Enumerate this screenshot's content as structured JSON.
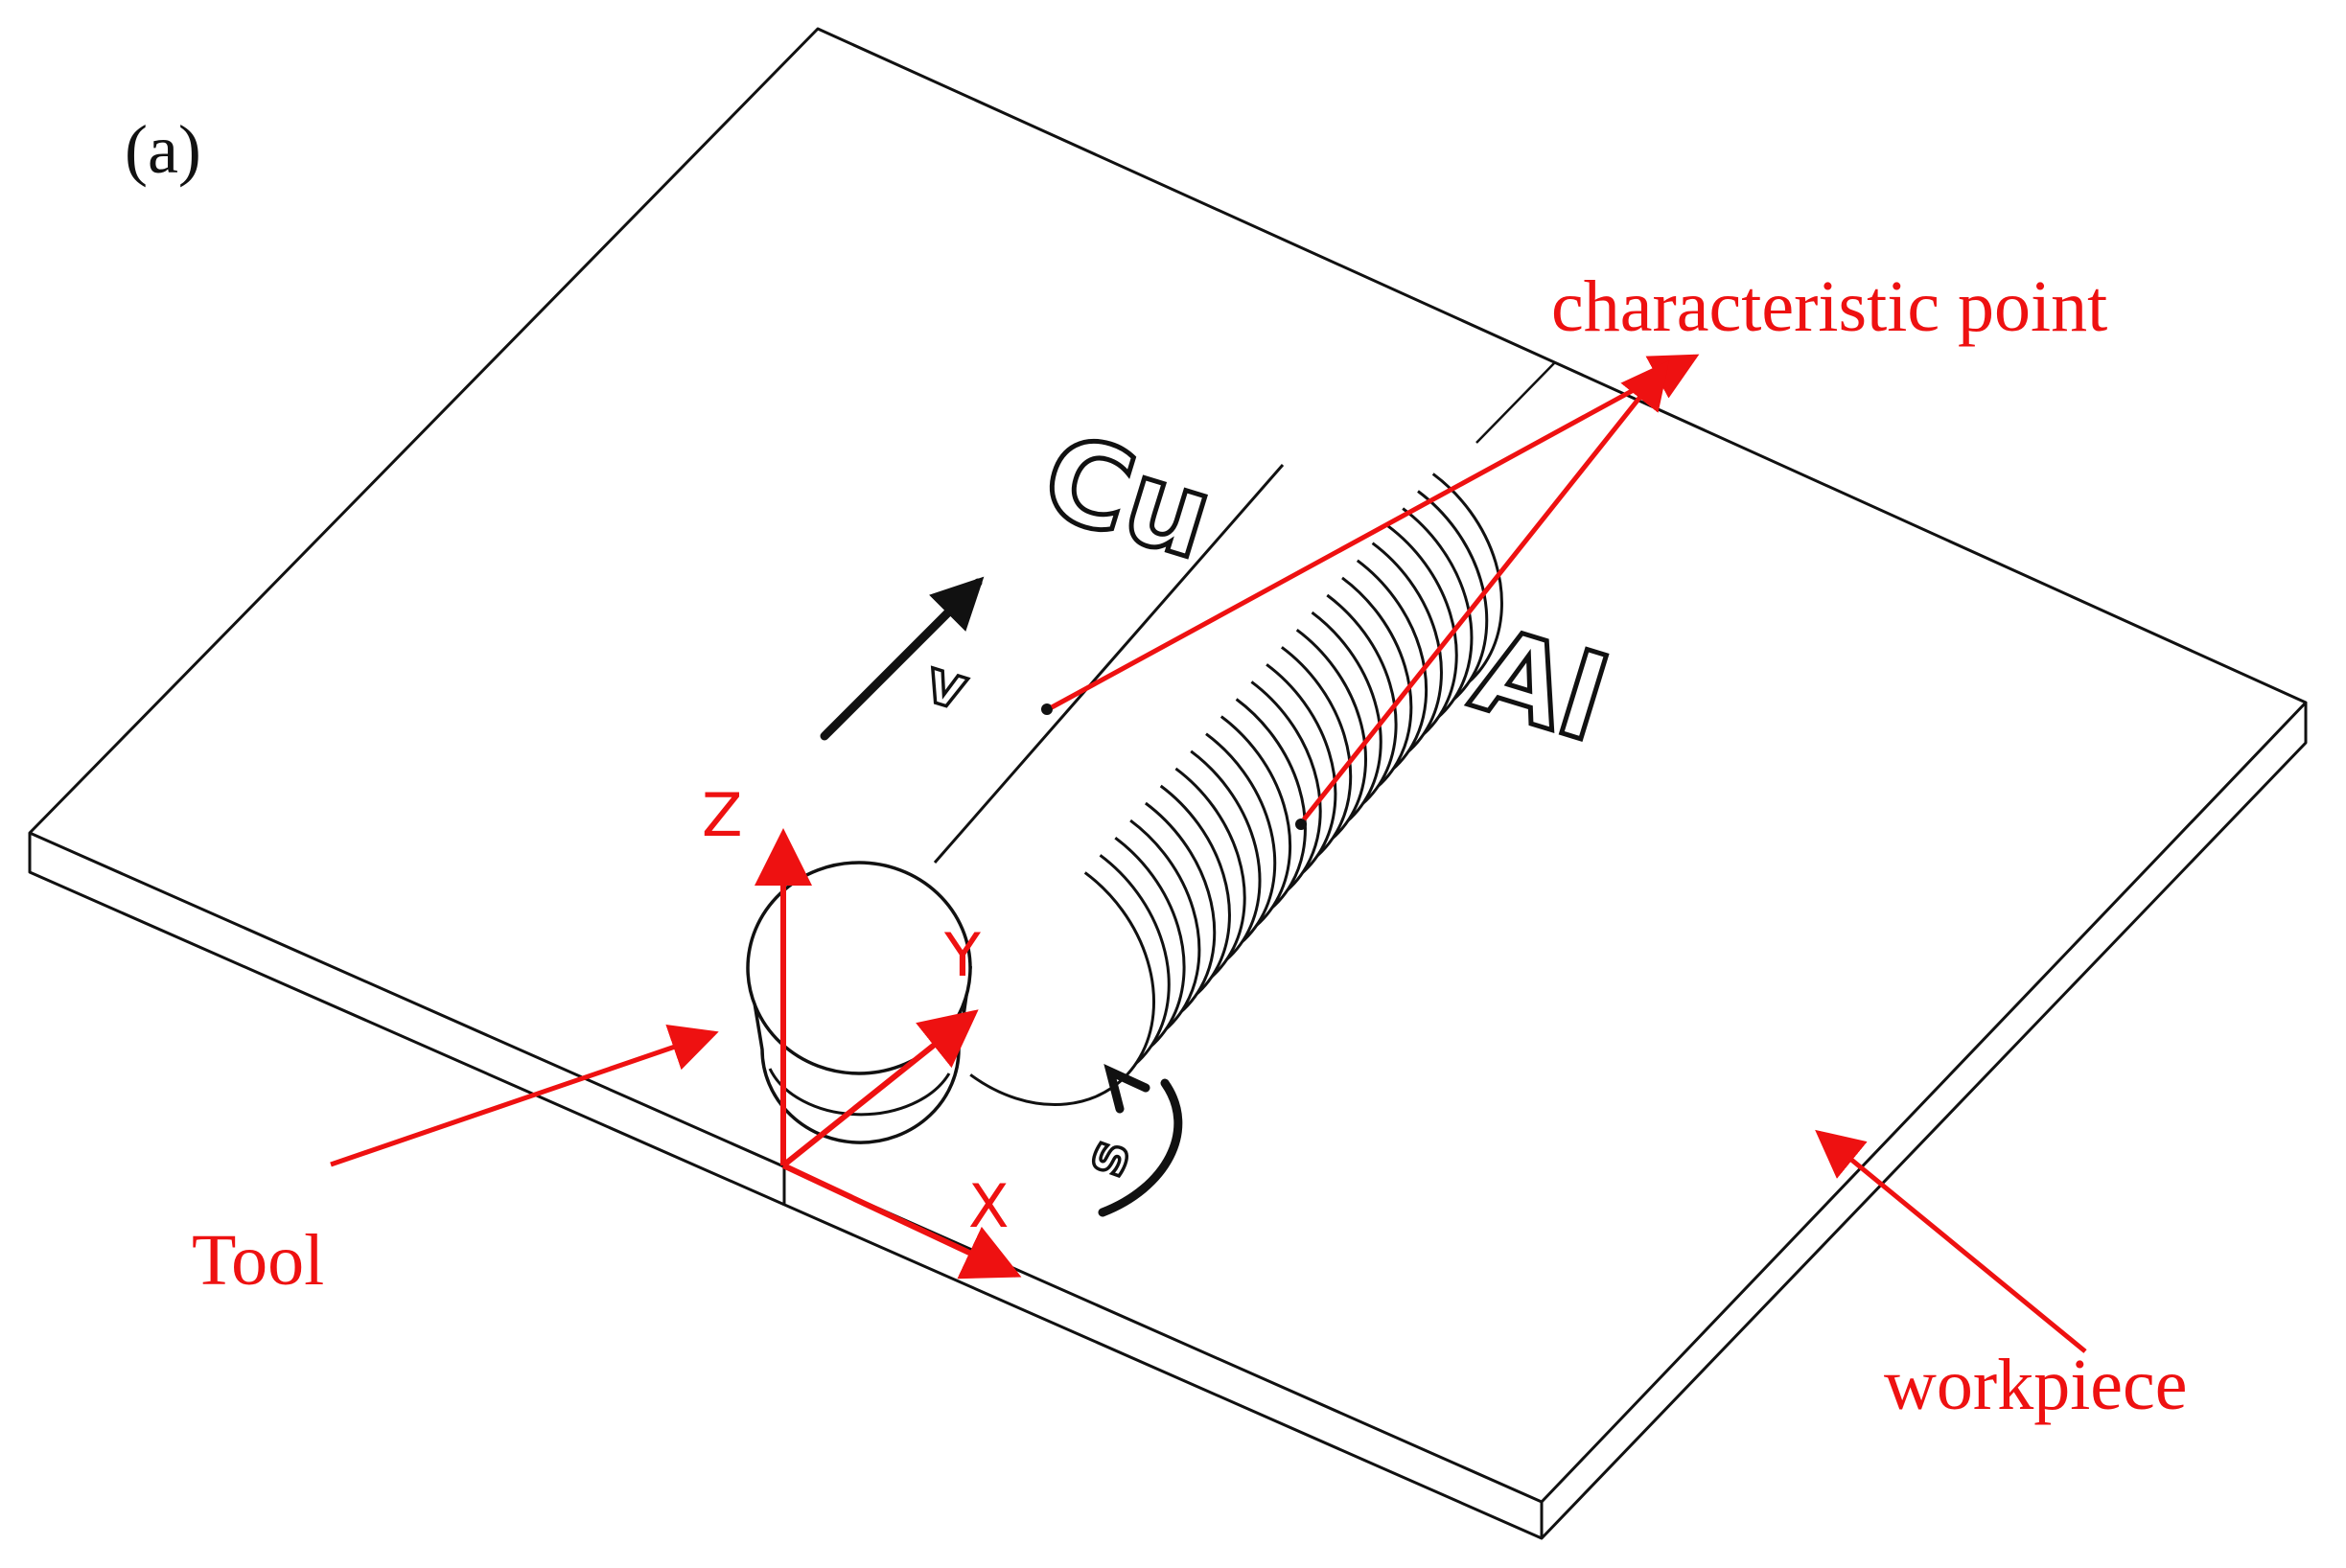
{
  "figure": {
    "panel_label": "(a)",
    "material_left": "Cu",
    "material_right": "Al",
    "velocity_symbol": "v",
    "spin_symbol": "s",
    "axes": {
      "z": "Z",
      "y": "Y",
      "x": "X"
    },
    "callouts": {
      "characteristic_point": "characteristic point",
      "tool": "Tool",
      "workpiece": "workpiece"
    },
    "colors": {
      "annotation": "#ee1111",
      "line": "#111111",
      "background": "#ffffff"
    }
  }
}
